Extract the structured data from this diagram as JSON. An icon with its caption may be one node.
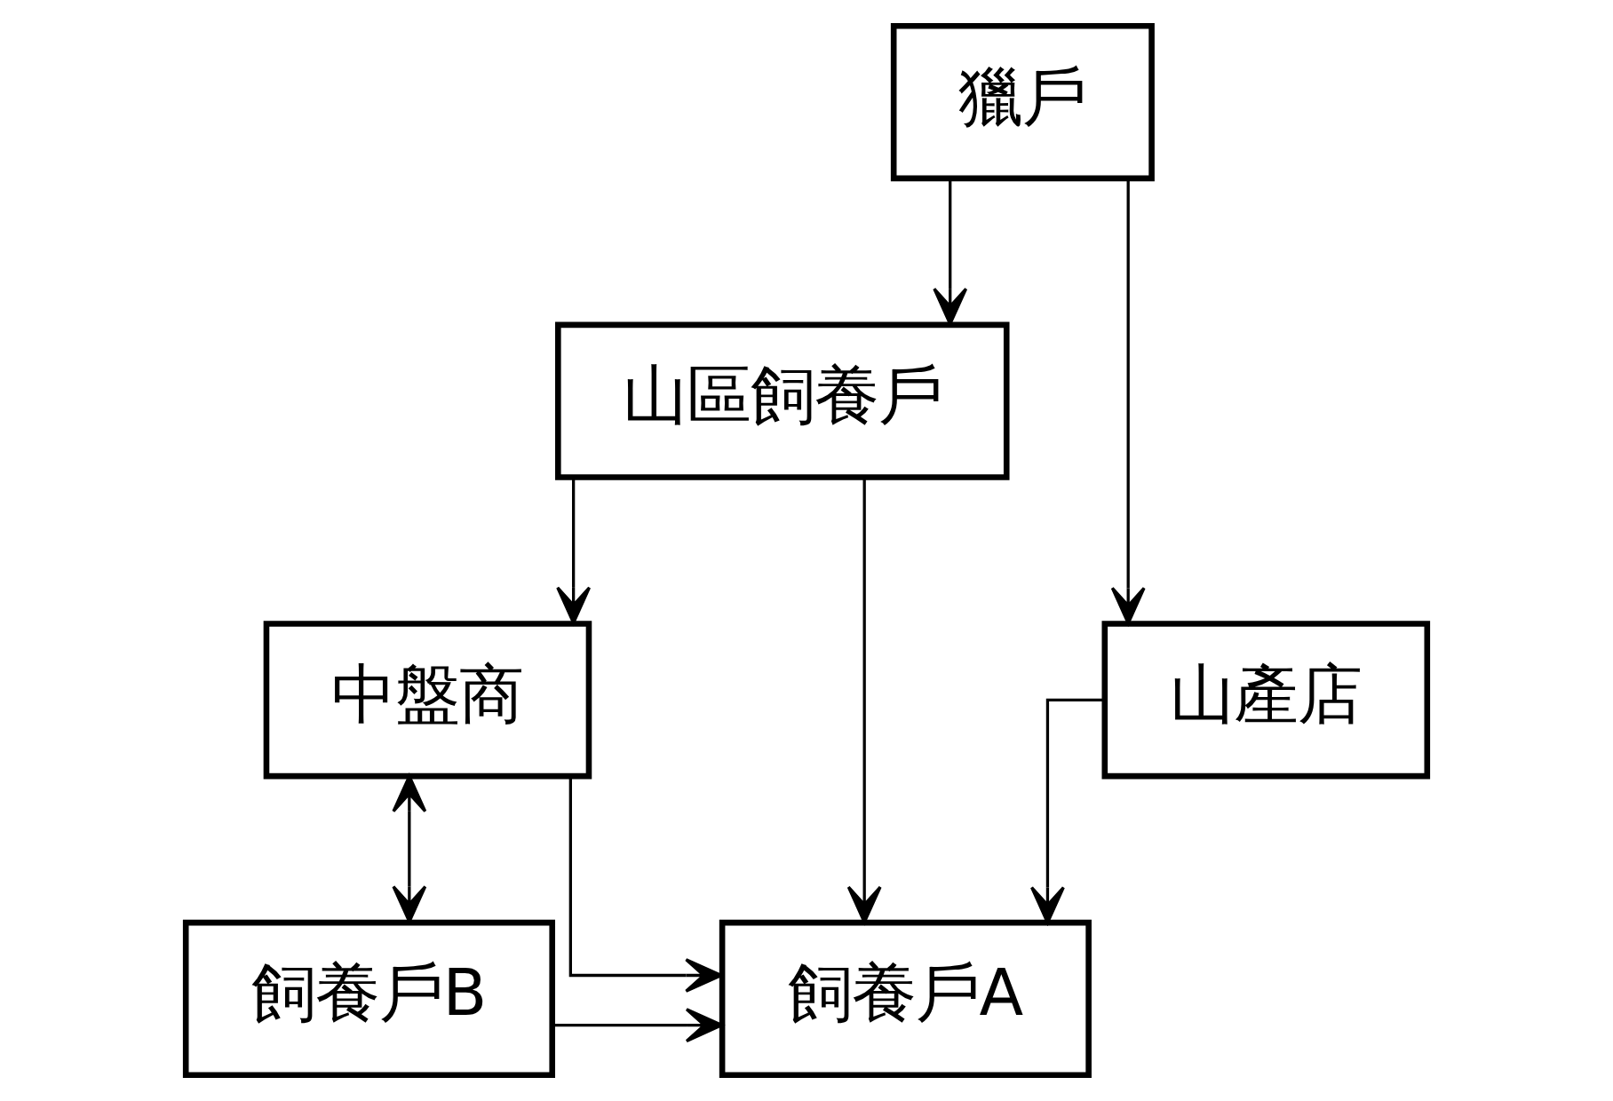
{
  "diagram": {
    "nodes": [
      {
        "text": [
          "獵戶"
        ]
      },
      {
        "text": [
          "山區飼養戶"
        ]
      },
      {
        "text": [
          "山產店"
        ]
      },
      {
        "text": [
          "中盤商"
        ]
      },
      {
        "text": [
          "飼養戶A"
        ]
      },
      {
        "text": [
          "飼養戶B"
        ]
      }
    ],
    "edges": [
      {
        "from": 0,
        "to": 1,
        "arrow": "to"
      },
      {
        "from": 0,
        "to": 2,
        "arrow": "to"
      },
      {
        "from": 1,
        "to": 3,
        "arrow": "to"
      },
      {
        "from": 2,
        "to": 4,
        "arrow": "to"
      },
      {
        "from": 1,
        "to": 4,
        "arrow": "to"
      },
      {
        "from": 3,
        "to": 4,
        "arrow": "to"
      },
      {
        "from": 3,
        "to": 5,
        "arrow": "both"
      },
      {
        "from": 5,
        "to": 4,
        "arrow": "to"
      }
    ]
  }
}
